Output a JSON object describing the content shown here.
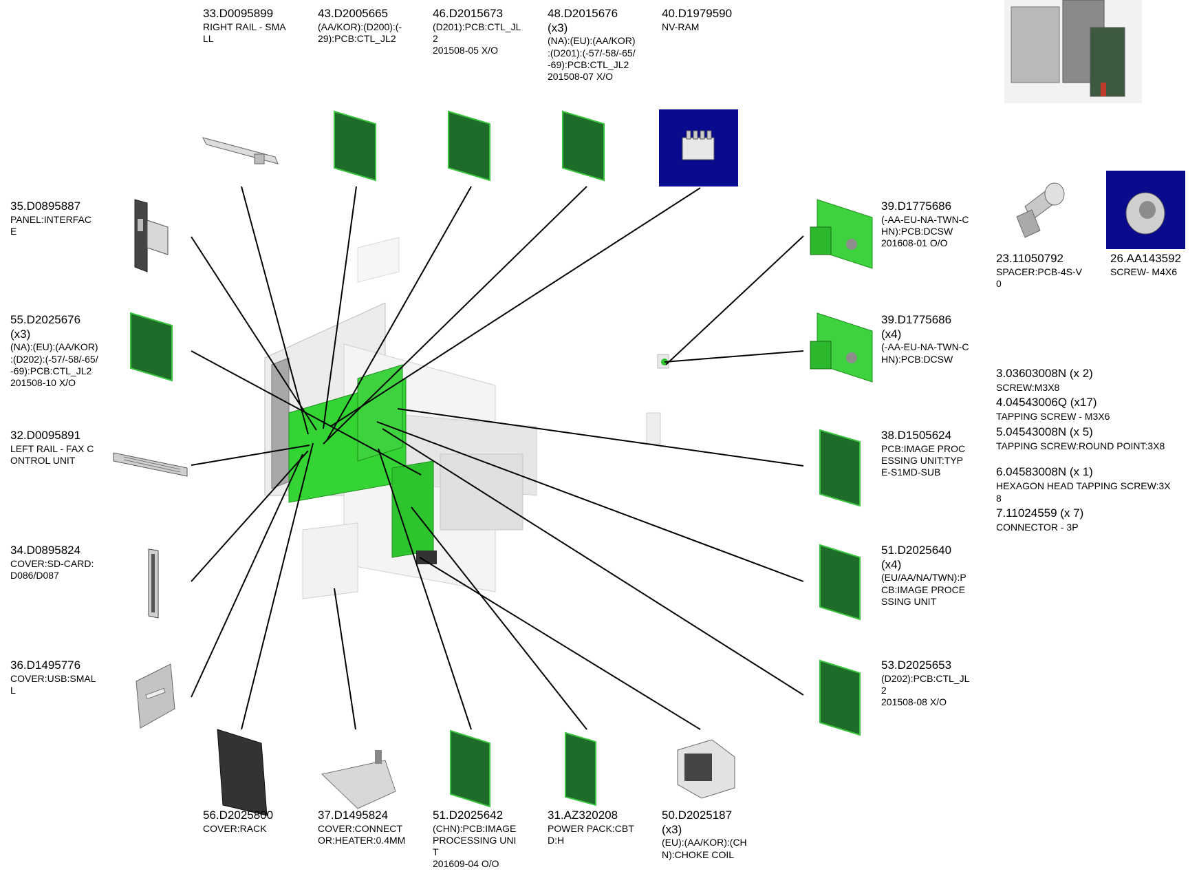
{
  "callouts": [
    {
      "pn": "33.D0095899",
      "desc": "RIGHT RAIL - SMA\nLL"
    },
    {
      "pn": "43.D2005665",
      "desc": "(AA/KOR):(D200):(-\n29):PCB:CTL_JL2"
    },
    {
      "pn": "46.D2015673",
      "desc": "(D201):PCB:CTL_JL\n2\n201508-05 X/O"
    },
    {
      "pn": "48.D2015676\n(x3)",
      "desc": "(NA):(EU):(AA/KOR)\n:(D201):(-57/-58/-65/\n-69):PCB:CTL_JL2\n201508-07 X/O"
    },
    {
      "pn": "40.D1979590",
      "desc": "NV-RAM"
    },
    {
      "pn": "35.D0895887",
      "desc": "PANEL:INTERFAC\nE"
    },
    {
      "pn": "55.D2025676\n(x3)",
      "desc": "(NA):(EU):(AA/KOR)\n:(D202):(-57/-58/-65/\n-69):PCB:CTL_JL2\n201508-10 X/O"
    },
    {
      "pn": "32.D0095891",
      "desc": "LEFT RAIL - FAX C\nONTROL UNIT"
    },
    {
      "pn": "34.D0895824",
      "desc": "COVER:SD-CARD:\nD086/D087"
    },
    {
      "pn": "36.D1495776",
      "desc": "COVER:USB:SMAL\nL"
    },
    {
      "pn": "56.D2025800",
      "desc": "COVER:RACK"
    },
    {
      "pn": "37.D1495824",
      "desc": "COVER:CONNECT\nOR:HEATER:0.4MM"
    },
    {
      "pn": "51.D2025642",
      "desc": "(CHN):PCB:IMAGE\nPROCESSING UNI\nT\n201609-04 O/O"
    },
    {
      "pn": "31.AZ320208",
      "desc": "POWER PACK:CBT\nD:H"
    },
    {
      "pn": "50.D2025187\n(x3)",
      "desc": "(EU):(AA/KOR):(CH\nN):CHOKE COIL"
    },
    {
      "pn": "39.D1775686",
      "desc": "(-AA-EU-NA-TWN-C\nHN):PCB:DCSW\n201608-01 O/O"
    },
    {
      "pn": "39.D1775686\n(x4)",
      "desc": "(-AA-EU-NA-TWN-C\nHN):PCB:DCSW"
    },
    {
      "pn": "38.D1505624",
      "desc": "PCB:IMAGE PROC\nESSING UNIT:TYP\nE-S1MD-SUB"
    },
    {
      "pn": "51.D2025640\n(x4)",
      "desc": "(EU/AA/NA/TWN):P\nCB:IMAGE PROCE\nSSING UNIT"
    },
    {
      "pn": "53.D2025653",
      "desc": "(D202):PCB:CTL_JL\n2\n201508-08 X/O"
    },
    {
      "pn": "23.11050792",
      "desc": "SPACER:PCB-4S-V\n0"
    },
    {
      "pn": "26.AA143592",
      "desc": "SCREW- M4X6"
    }
  ],
  "hardware": [
    {
      "pn": "3.03603008N (x 2)",
      "desc": "SCREW:M3X8"
    },
    {
      "pn": "4.04543006Q (x17)",
      "desc": "TAPPING SCREW - M3X6"
    },
    {
      "pn": "5.04543008N (x 5)",
      "desc": "TAPPING SCREW:ROUND POINT:3X8"
    },
    {
      "pn": "6.04583008N (x 1)",
      "desc": "HEXAGON HEAD TAPPING SCREW:3X\n8"
    },
    {
      "pn": "7.11024559 (x 7)",
      "desc": "CONNECTOR - 3P"
    }
  ],
  "colors": {
    "pcb": "#1f6b2a",
    "pcb_edge": "#39c43e",
    "bright": "#33d433",
    "nvram_bg": "#0a0a8c",
    "line": "#000000"
  }
}
